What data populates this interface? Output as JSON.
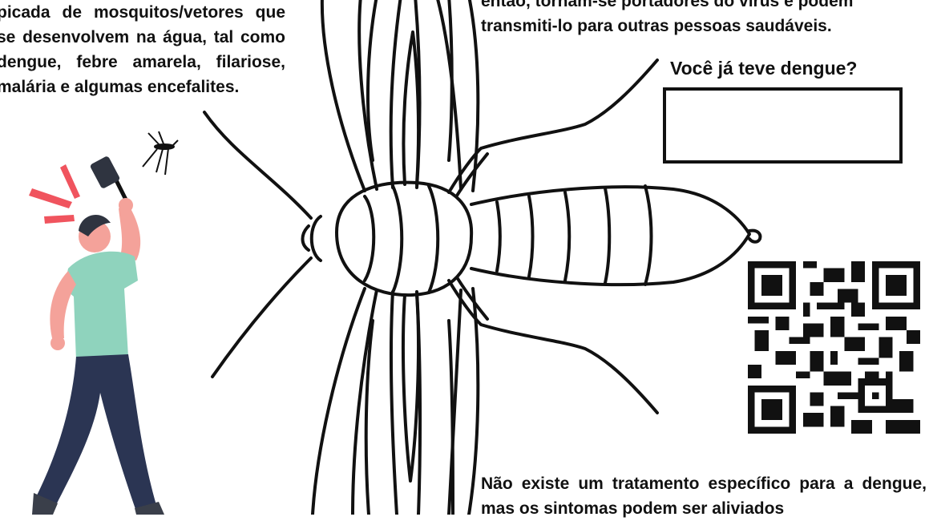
{
  "left_paragraph": "picada de mosquitos/vetores que se desenvolvem na água, tal como dengue, febre amarela, filariose, malária e algumas encefalites.",
  "top_right_paragraph": "então, tornam-se portadores do vírus e podem transmiti-lo para outras pessoas saudáveis.",
  "question": "Você já teve dengue?",
  "bottom_paragraph": "Não existe um tratamento específico para a dengue, mas os sintomas podem ser aliviados",
  "colors": {
    "text": "#111111",
    "shirt": "#8fd3bd",
    "pants": "#2b3553",
    "skin": "#f4a29a",
    "hair": "#2f3440",
    "alarm": "#f0545e"
  },
  "icons": [
    "mosquito-icon",
    "qr-code",
    "flyswatter-icon"
  ]
}
